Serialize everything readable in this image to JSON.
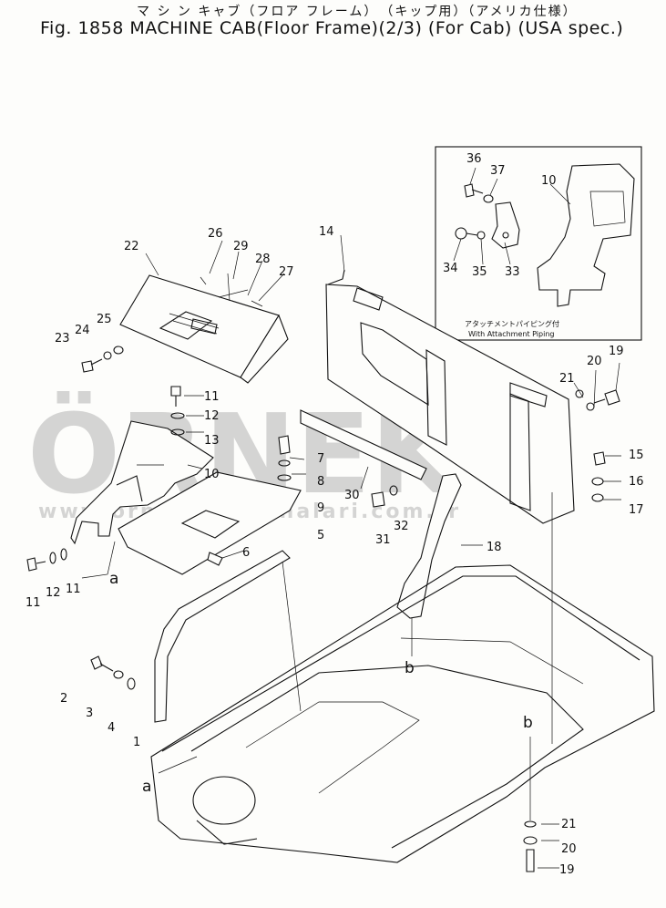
{
  "title": {
    "jp": "マ シ ン キャブ（フロア フレーム）　（キップ用）（アメリカ仕様）",
    "en": "Fig. 1858 MACHINE CAB(Floor Frame)(2/3) (For Cab) (USA spec.)"
  },
  "inset": {
    "note_jp": "アタッチメントパイピング付",
    "note_en": "With Attachment Piping"
  },
  "watermark": {
    "brand": "ÖRNEK",
    "url": "www.ornekismakinalari.com.tr"
  },
  "letters": {
    "a": "a",
    "b": "b"
  },
  "callouts": {
    "c1": "1",
    "c2": "2",
    "c3": "3",
    "c4": "4",
    "c5": "5",
    "c6": "6",
    "c7": "7",
    "c8": "8",
    "c9": "9",
    "c10": "10",
    "c10i": "10",
    "c11a": "11",
    "c11b": "11",
    "c11c": "11",
    "c12a": "12",
    "c12b": "12",
    "c13": "13",
    "c14": "14",
    "c15": "15",
    "c16": "16",
    "c17": "17",
    "c18": "18",
    "c19a": "19",
    "c19b": "19",
    "c20a": "20",
    "c20b": "20",
    "c21a": "21",
    "c21b": "21",
    "c22": "22",
    "c23": "23",
    "c24": "24",
    "c25": "25",
    "c26": "26",
    "c27": "27",
    "c28": "28",
    "c29": "29",
    "c30": "30",
    "c31": "31",
    "c32": "32",
    "c33": "33",
    "c34": "34",
    "c35": "35",
    "c36": "36",
    "c37": "37"
  }
}
